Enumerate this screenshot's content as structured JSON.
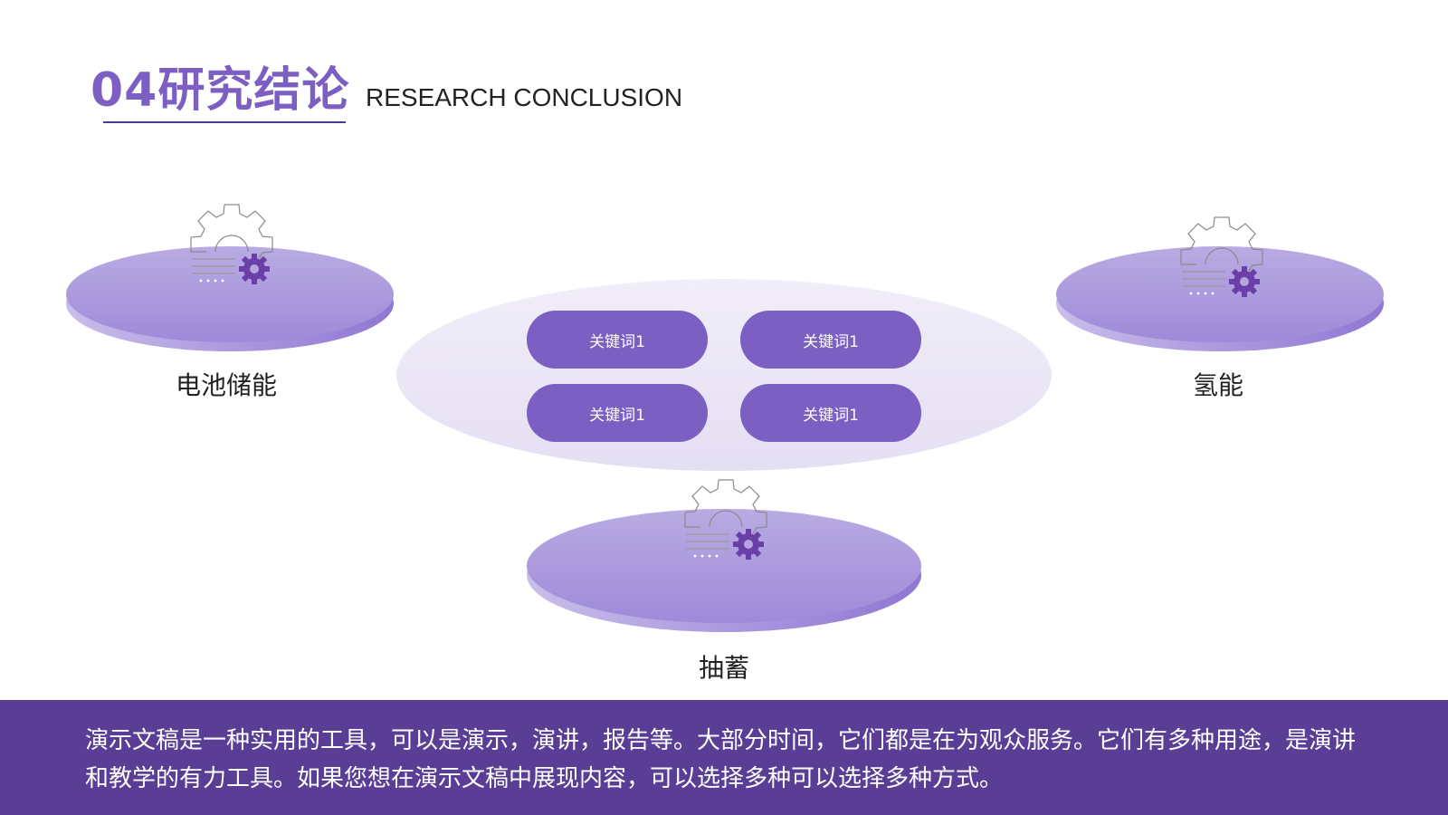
{
  "header": {
    "title_cn": "04研究结论",
    "title_en": "RESEARCH CONCLUSION"
  },
  "center": {
    "keywords": [
      "关键词1",
      "关键词1",
      "关键词1",
      "关键词1"
    ]
  },
  "nodes": {
    "left_label": "电池储能",
    "right_label": "氢能",
    "bottom_label": "抽蓄"
  },
  "footer": {
    "text": "演示文稿是一种实用的工具，可以是演示，演讲，报告等。大部分时间，它们都是在为观众服务。它们有多种用途，是演讲和教学的有力工具。如果您想在演示文稿中展现内容，可以选择多种可以选择多种方式。"
  },
  "colors": {
    "accent": "#7B5FC2",
    "footer_bg": "#5A3E96",
    "gear_small": "#6A3FA8"
  },
  "icons": [
    "gear-icon"
  ]
}
